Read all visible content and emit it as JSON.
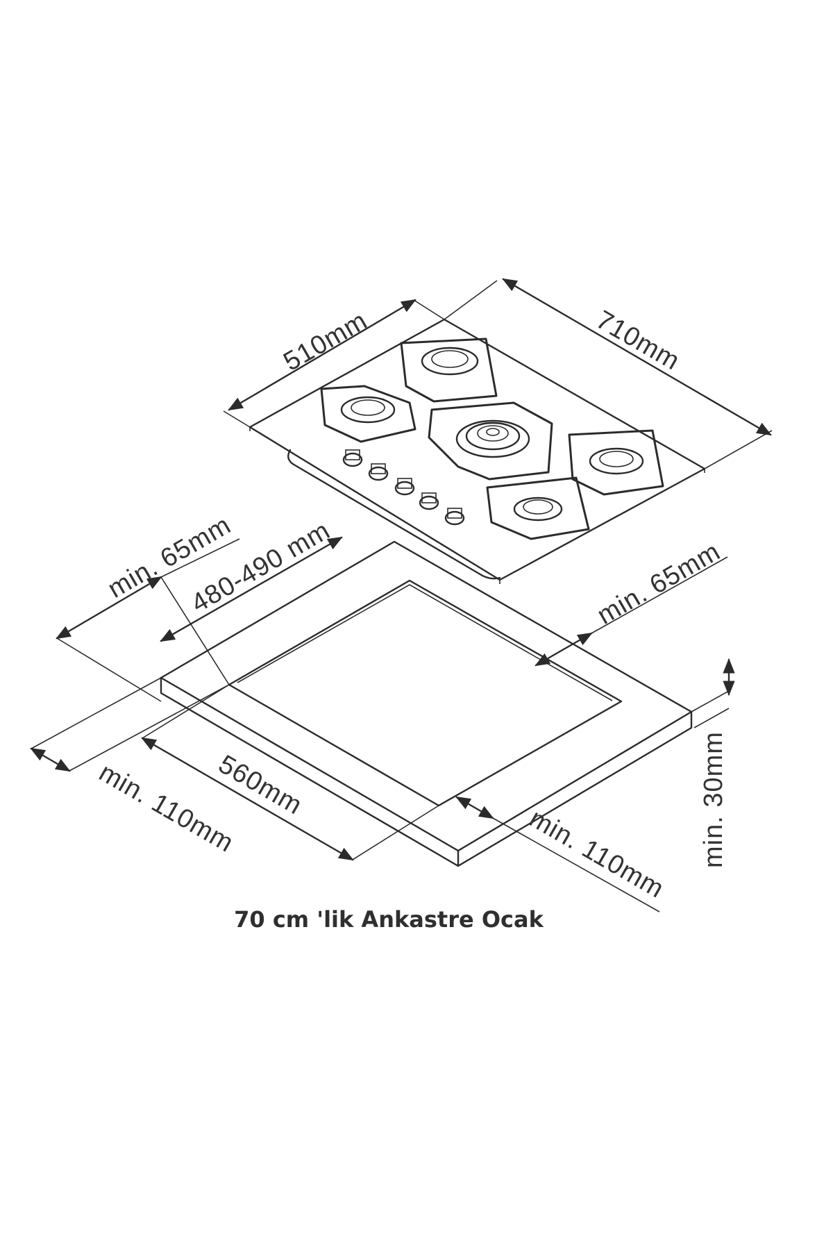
{
  "caption": "70 cm 'lik Ankastre Ocak",
  "dimensions": {
    "depth": "510mm",
    "width": "710mm",
    "cutout_depth": "480-490 mm",
    "cutout_width": "560mm",
    "min_back_left": "min. 65mm",
    "min_back_right": "min. 65mm",
    "min_front_left": "min. 110mm",
    "min_front_right": "min. 110mm",
    "min_thickness": "min. 30mm"
  },
  "colors": {
    "line": "#2b2b2b",
    "text": "#333333",
    "background": "#ffffff"
  },
  "icons": [
    "burner-icon",
    "wok-burner-icon",
    "control-knob-icon",
    "arrow-icon"
  ]
}
